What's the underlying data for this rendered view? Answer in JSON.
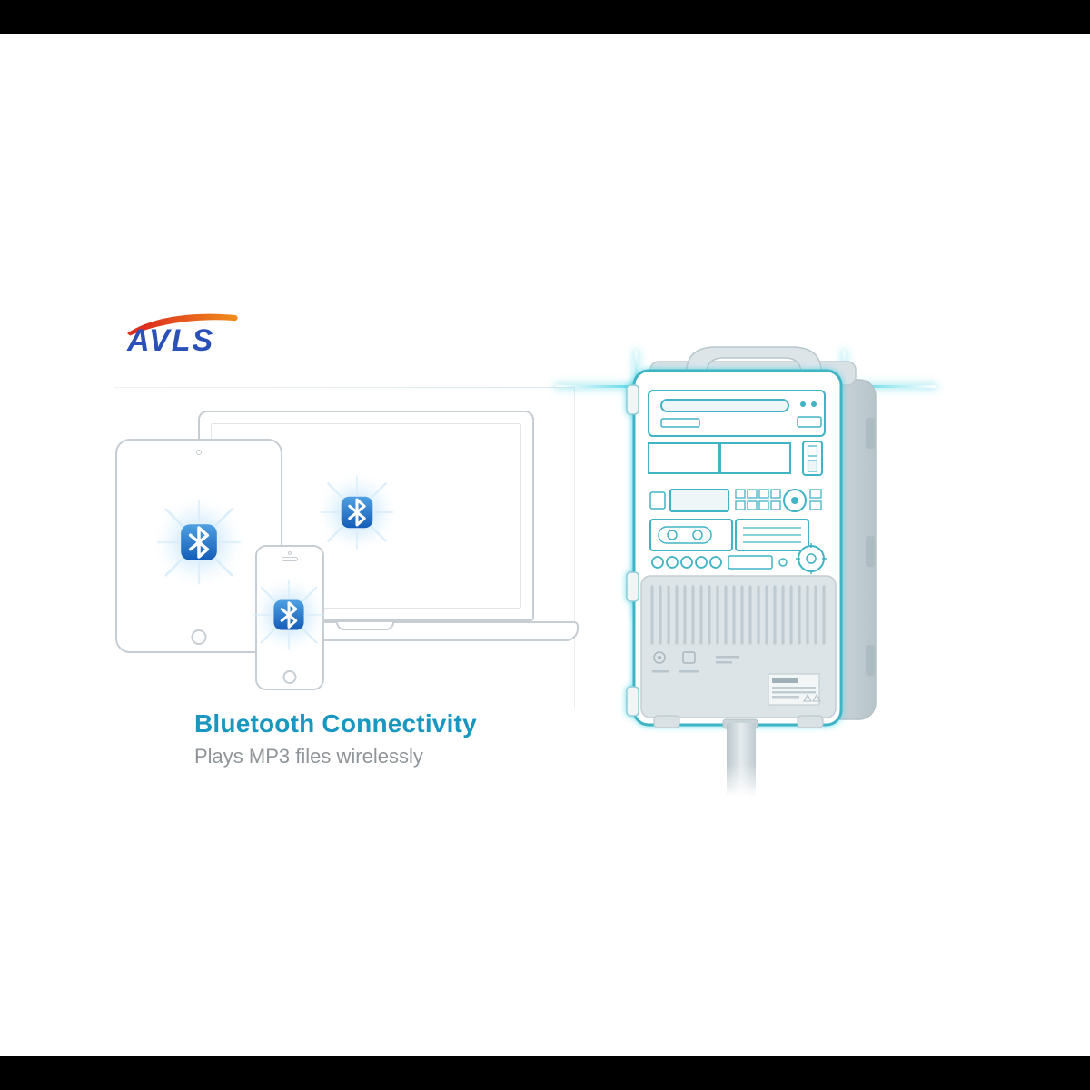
{
  "logo": {
    "text": "AVLS"
  },
  "caption": {
    "title": "Bluetooth Connectivity",
    "subtitle": "Plays MP3 files wirelessly"
  },
  "colors": {
    "letterbox": "#000000",
    "logo_text": "#2b50b8",
    "logo_swoosh_start": "#dd2f1e",
    "logo_swoosh_end": "#f08a1d",
    "title": "#1897c1",
    "subtitle": "#8f9599",
    "device_outline": "#c6cdd3",
    "bt_top": "#4fa0e2",
    "bt_bottom": "#145cb8",
    "speaker_accent": "#41b3c4",
    "speaker_side": "#c9d4d9",
    "glow_cyan": "#5adaea"
  },
  "icons": {
    "bluetooth": "bluetooth-icon",
    "devices": [
      "tablet-illustration",
      "laptop-illustration",
      "smartphone-illustration"
    ],
    "speaker": "portable-pa-speaker-illustration"
  }
}
